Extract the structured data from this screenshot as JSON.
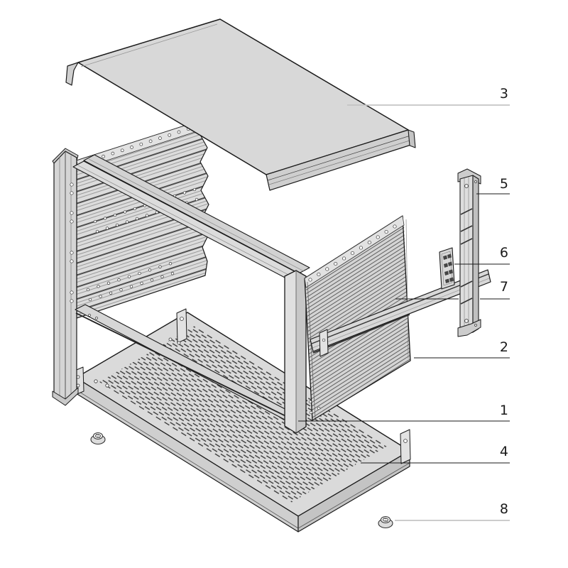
{
  "figure": {
    "type": "exploded-assembly-diagram",
    "subject": "19-inch rack case exploded view",
    "background": "#ffffff",
    "outline_color": "#1a1a1a",
    "metal_fill": "#d7d7d7",
    "leader_dark": "#1a1a1a",
    "leader_light": "#c4c4c4"
  },
  "callouts": [
    {
      "label": "3",
      "part": "top-cover"
    },
    {
      "label": "5",
      "part": "rear-vertical-rail"
    },
    {
      "label": "6",
      "part": "fixing-plate"
    },
    {
      "label": "7",
      "part": "horizontal-rail"
    },
    {
      "label": "2",
      "part": "rear-panel"
    },
    {
      "label": "1",
      "part": "frame"
    },
    {
      "label": "4",
      "part": "bottom-cover"
    },
    {
      "label": "8",
      "part": "foot"
    }
  ]
}
